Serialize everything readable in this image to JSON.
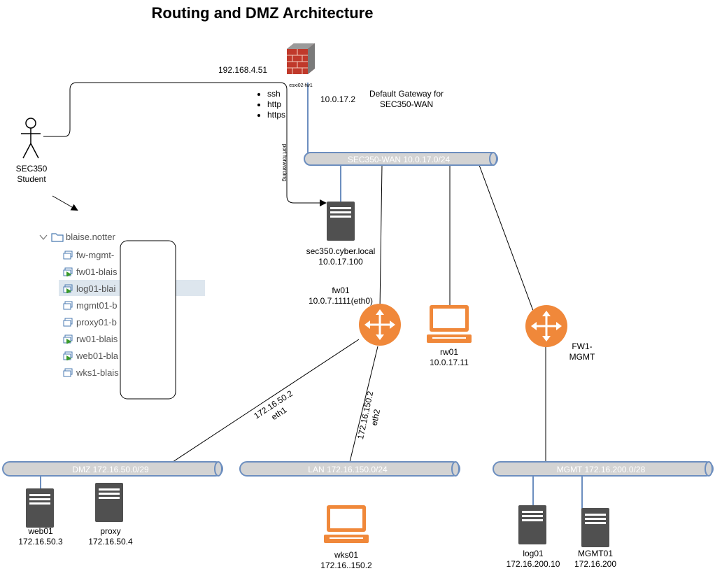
{
  "title": "Routing and DMZ Architecture",
  "student": {
    "label_line1": "SEC350",
    "label_line2": "Student"
  },
  "wan_ip": "192.168.4.51",
  "firewall": {
    "label": "esxi02-fw1",
    "ip": "10.0.17.2"
  },
  "services": [
    "ssh",
    "http",
    "https"
  ],
  "port_forwarding": "port forwarding",
  "default_gateway": {
    "line1": "Default Gateway for",
    "line2": "SEC350-WAN"
  },
  "networks": {
    "wan": "SEC350-WAN 10.0.17.0/24",
    "dmz": "DMZ 172.16.50.0/29",
    "lan": "LAN 172.16.150.0/24",
    "mgmt": "MGMT 172.16.200.0/28"
  },
  "nodes": {
    "sec350": {
      "name": "sec350.cyber.local",
      "ip": "10.0.17.100"
    },
    "fw01": {
      "name": "fw01",
      "ip": "10.0.7.1111(eth0)"
    },
    "rw01": {
      "name": "rw01",
      "ip": "10.0.17.11"
    },
    "fw1_mgmt": {
      "line1": "FW1-",
      "line2": "MGMT"
    },
    "web01": {
      "name": "web01",
      "ip": "172.16.50.3"
    },
    "proxy": {
      "name": "proxy",
      "ip": "172.16.50.4"
    },
    "wks01": {
      "name": "wks01",
      "ip": "172.16..150.2"
    },
    "log01": {
      "name": "log01",
      "ip": "172.16.200.10"
    },
    "mgmt01": {
      "name": "MGMT01",
      "ip": "172.16.200"
    }
  },
  "links": {
    "eth1": {
      "ip": "172.16.50.2",
      "iface": "eth1"
    },
    "eth2": {
      "ip": "172.16.150.2",
      "iface": "eth2"
    }
  },
  "tree": {
    "folder": "blaise.notter",
    "items": [
      {
        "label": "fw-mgmt-",
        "powered": false
      },
      {
        "label": "fw01-blais",
        "powered": true
      },
      {
        "label": "log01-blai",
        "powered": true
      },
      {
        "label": "mgmt01-b",
        "powered": false
      },
      {
        "label": "proxy01-b",
        "powered": false
      },
      {
        "label": "rw01-blais",
        "powered": true
      },
      {
        "label": "web01-bla",
        "powered": true
      },
      {
        "label": "wks1-blais",
        "powered": false
      }
    ]
  },
  "colors": {
    "bus_fill": "#d3d3d3",
    "bus_stroke": "#6c8ebf",
    "router": "#f0883a",
    "server": "#505050",
    "laptop": "#f0883a",
    "link": "#6c8ebf"
  }
}
